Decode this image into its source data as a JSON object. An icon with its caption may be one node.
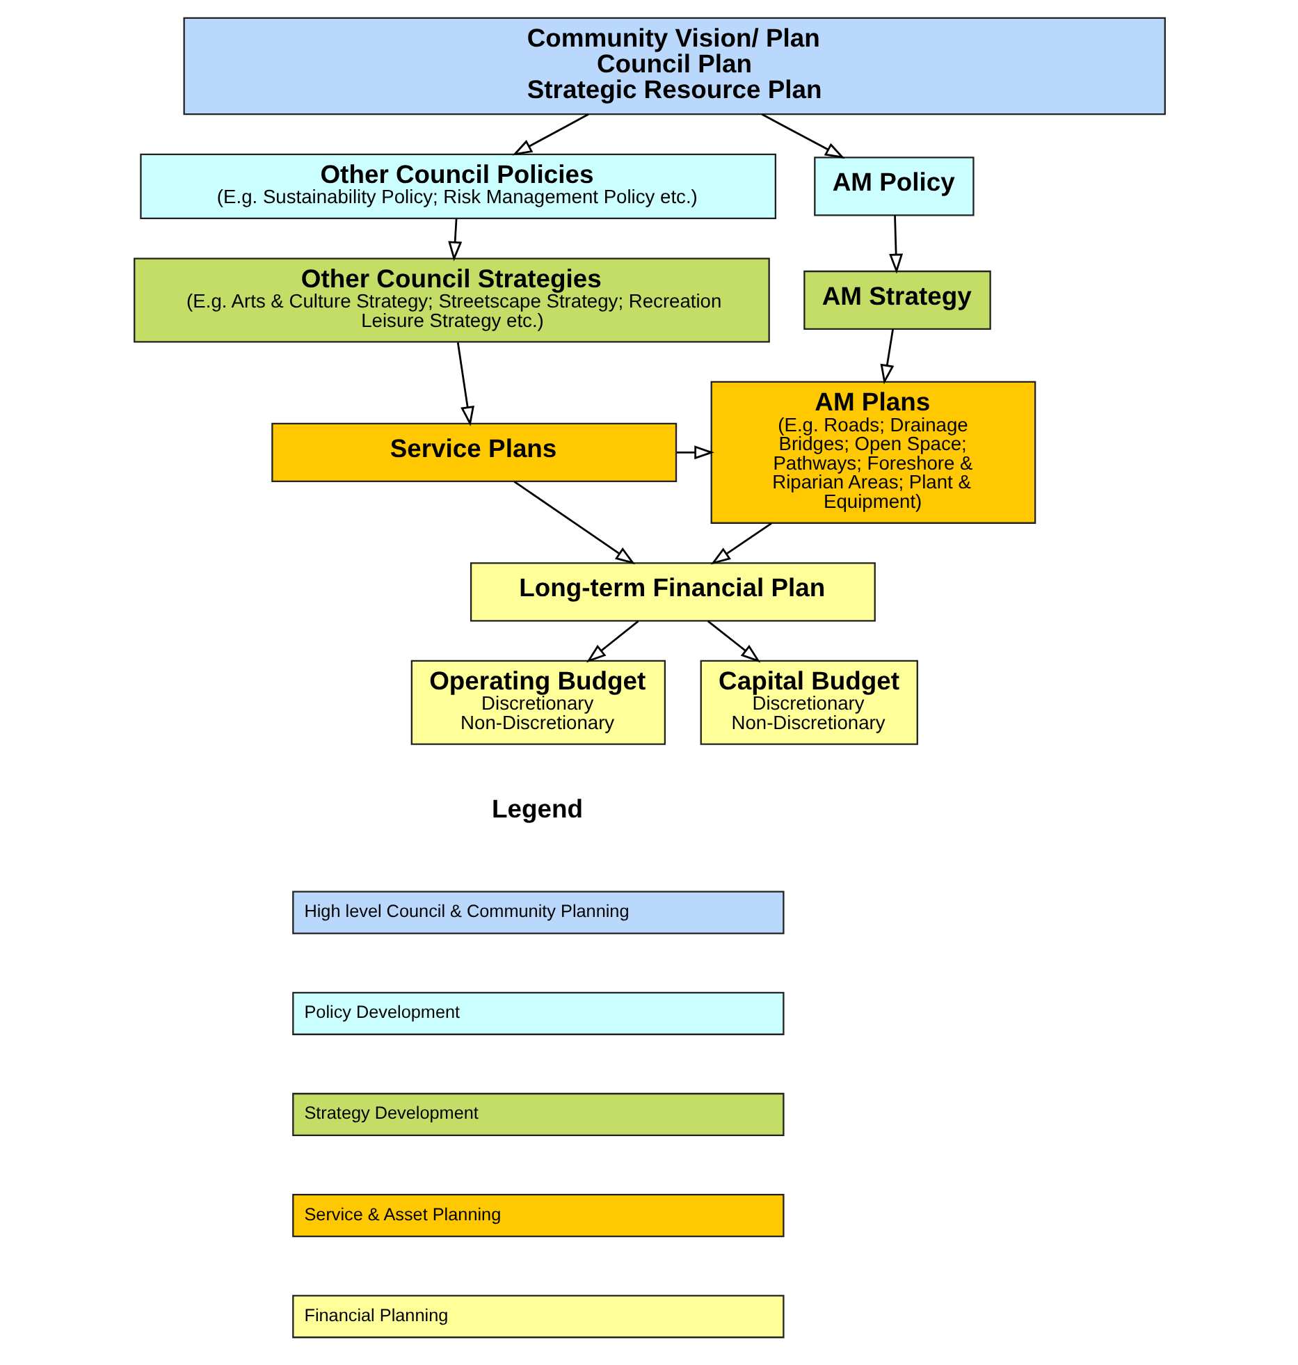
{
  "diagram": {
    "nodes": [
      {
        "text": [
          "Community Vision/ Plan",
          "Council Plan",
          "Strategic Resource Plan"
        ]
      },
      {
        "text": [
          "AM Policy"
        ]
      },
      {
        "text": [
          "Other Council Policies",
          "(E.g. Sustainability Policy; Risk Management Policy etc.)"
        ]
      },
      {
        "text": [
          "AM Strategy"
        ]
      },
      {
        "text": [
          "Other Council Strategies",
          "(E.g. Arts & Culture Strategy; Streetscape Strategy; Recreation Leisure Strategy etc.)"
        ]
      },
      {
        "text": [
          "AM Plans",
          "(E.g. Roads; Drainage Bridges; Open Space; Pathways; Foreshore & Riparian Areas; Plant & Equipment)"
        ]
      },
      {
        "text": [
          "Service Plans"
        ]
      },
      {
        "text": [
          "Long-term Financial Plan"
        ]
      },
      {
        "text": [
          "Operating Budget",
          "Discretionary",
          "Non-Discretionary"
        ]
      },
      {
        "text": [
          "Capital Budget",
          "Discretionary",
          "Non-Discretionary"
        ]
      }
    ],
    "edges": [
      {
        "from": 0,
        "to": 1,
        "arrow": "to"
      },
      {
        "from": 0,
        "to": 2,
        "arrow": "to"
      },
      {
        "from": 1,
        "to": 3,
        "arrow": "to"
      },
      {
        "from": 2,
        "to": 4,
        "arrow": "to"
      },
      {
        "from": 3,
        "to": 5,
        "arrow": "to"
      },
      {
        "from": 4,
        "to": 6,
        "arrow": "to"
      },
      {
        "from": 6,
        "to": 5,
        "arrow": "to"
      },
      {
        "from": 6,
        "to": 7,
        "arrow": "to"
      },
      {
        "from": 5,
        "to": 7,
        "arrow": "to"
      },
      {
        "from": 7,
        "to": 8,
        "arrow": "to"
      },
      {
        "from": 7,
        "to": 9,
        "arrow": "to"
      }
    ],
    "labels": [
      "Legend"
    ],
    "legend": [
      {
        "text": "High level Council & Community Planning",
        "color": "#b9d8fb"
      },
      {
        "text": "Policy Development",
        "color": "#ccffff"
      },
      {
        "text": "Strategy Development",
        "color": "#c4dd66"
      },
      {
        "text": "Service & Asset Planning",
        "color": "#ffc800"
      },
      {
        "text": "Financial Planning",
        "color": "#ffff99"
      }
    ]
  }
}
